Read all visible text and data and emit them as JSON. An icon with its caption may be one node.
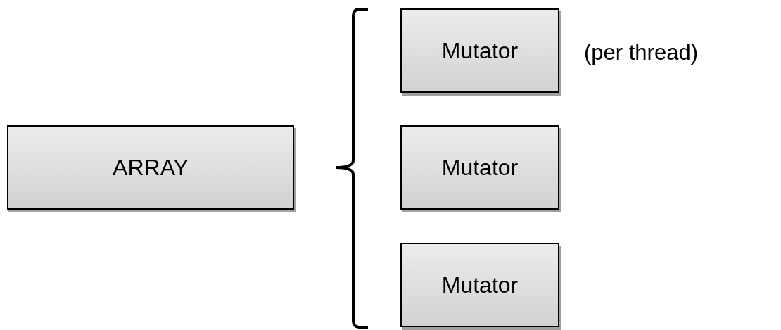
{
  "diagram": {
    "nodes": [
      {
        "text": [
          "ARRAY"
        ]
      },
      {
        "text": [
          "Mutator"
        ]
      },
      {
        "text": [
          "Mutator"
        ]
      },
      {
        "text": [
          "Mutator"
        ]
      }
    ],
    "labels": [
      "(per thread)"
    ]
  }
}
